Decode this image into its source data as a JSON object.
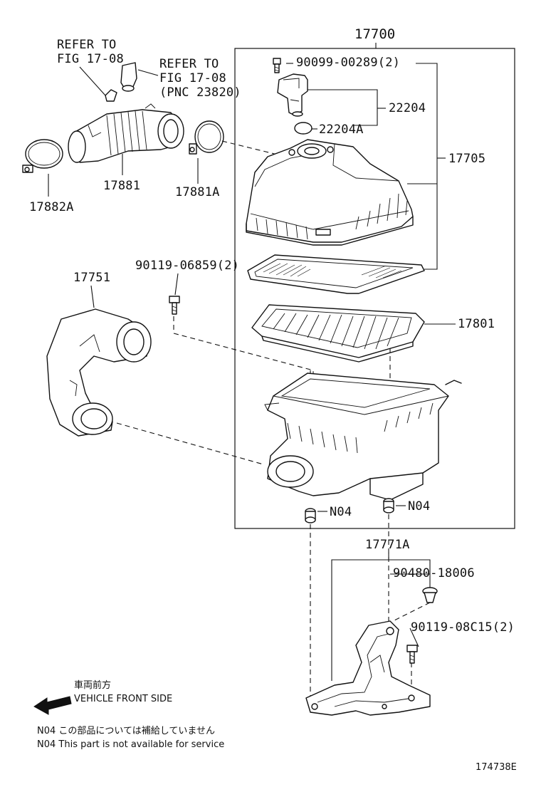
{
  "labels": {
    "assy": "17700",
    "sensor_screw": "90099-00289(2)",
    "sensor": "22204",
    "sensor_gasket": "22204A",
    "cap": "17705",
    "element": "17801",
    "hose": "17881",
    "hose_clamp_front": "17882A",
    "hose_clamp_rear": "17881A",
    "intake_duct": "17751",
    "duct_bolt": "90119-06859(2)",
    "grommet_1": "N04",
    "grommet_2": "N04",
    "bracket": "17771A",
    "clip": "90480-18006",
    "bracket_bolt": "90119-08C15(2)",
    "figure_id": "174738E"
  },
  "refers": {
    "refer1_line1": "REFER TO",
    "refer1_line2": "FIG 17-08",
    "refer2_line1": "REFER TO",
    "refer2_line2": "FIG 17-08",
    "refer2_line3": "(PNC 23820)"
  },
  "notes": {
    "direction_jp": "車両前方",
    "direction_en": "VEHICLE FRONT SIDE",
    "n04_jp": "N04  この部品については補給していません",
    "n04_en": "N04  This part is not available for service"
  }
}
